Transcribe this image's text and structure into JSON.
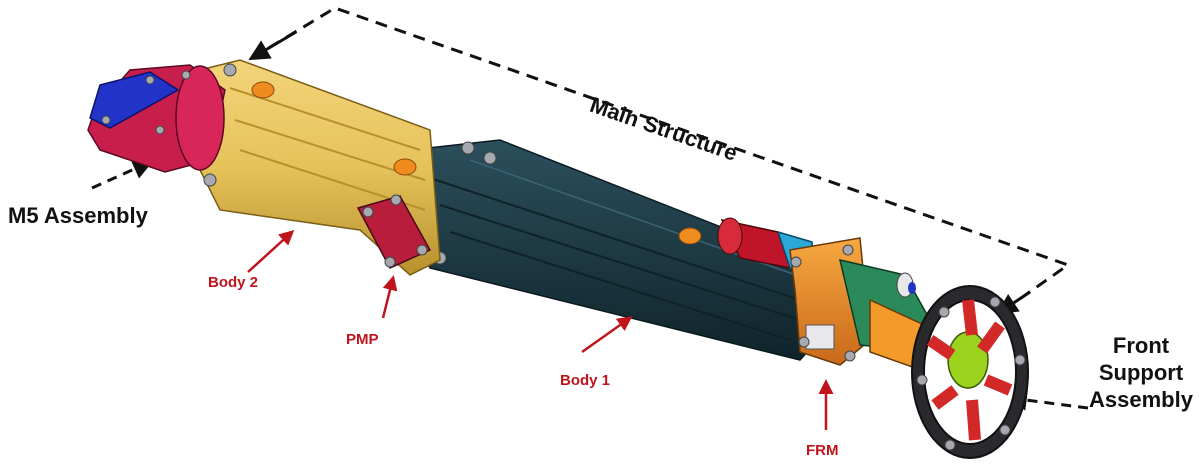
{
  "labels": {
    "main_structure": "Main Structure",
    "m5_assembly": "M5 Assembly",
    "front_support": [
      "Front",
      "Support",
      "Assembly"
    ],
    "body_2": "Body 2",
    "pmp": "PMP",
    "body_1": "Body 1",
    "frm": "FRM"
  },
  "colors": {
    "label_black": "#111111",
    "label_red": "#c0141c",
    "m5_red": "#c81e4b",
    "m5_blue": "#2233c8",
    "body2_gold": "#e6c25a",
    "pmp_red": "#b81e3c",
    "body1_dark": "#1e3a44",
    "front_orange": "#f08c1e",
    "support_red": "#d22828",
    "bolt_gray": "#a6aab0"
  },
  "icons": [
    "arrow-icon",
    "dashed-leader-icon"
  ]
}
